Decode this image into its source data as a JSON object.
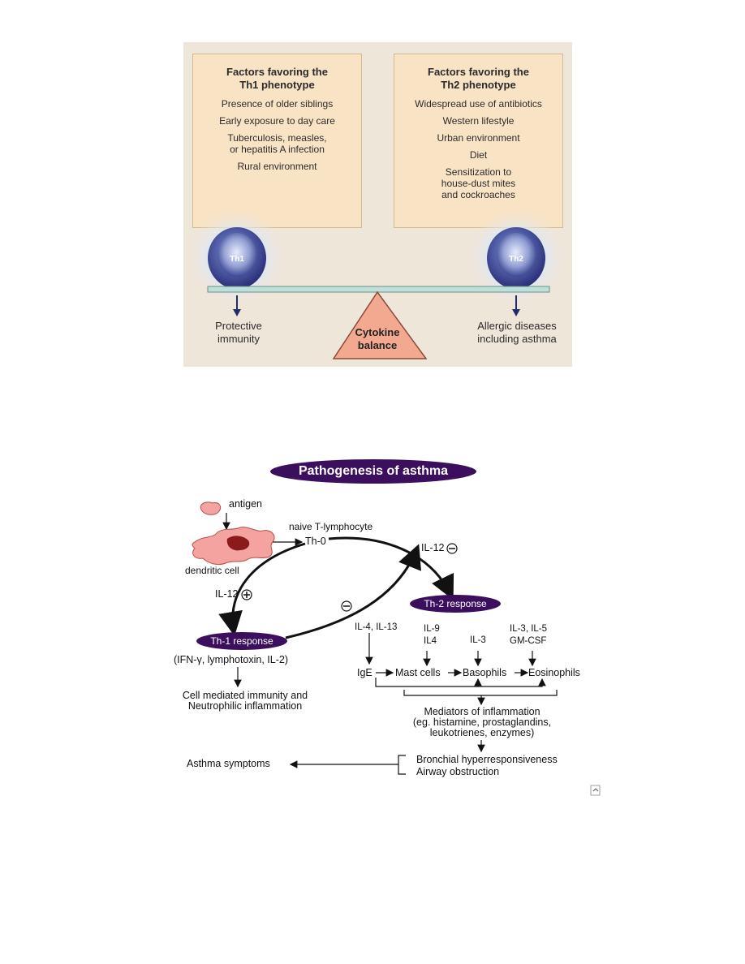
{
  "top_figure": {
    "th1_box": {
      "title": "Factors favoring the\nTh1 phenotype",
      "items": [
        "Presence of older siblings",
        "Early exposure to day care",
        "Tuberculosis, measles,\nor hepatitis A infection",
        "Rural environment"
      ]
    },
    "th2_box": {
      "title": "Factors favoring the\nTh2 phenotype",
      "items": [
        "Widespread use of antibiotics",
        "Western lifestyle",
        "Urban environment",
        "Diet",
        "Sensitization to\nhouse-dust mites\nand cockroaches"
      ]
    },
    "th1_cell_label": "Th1",
    "th2_cell_label": "Th2",
    "fulcrum_label": "Cytokine\nbalance",
    "left_outcome": "Protective\nimmunity",
    "right_outcome": "Allergic diseases\nincluding asthma",
    "colors": {
      "background": "#efe6da",
      "box": "#f8e3c4",
      "beam": "#bfe0d8",
      "fulcrum": "#f3a98f",
      "arrow": "#1f2d6b"
    }
  },
  "bottom_figure": {
    "title": "Pathogenesis of asthma",
    "antigen": "antigen",
    "naive": "naive T-lymphocyte",
    "th0": "Th-0",
    "dendritic": "dendritic cell",
    "il12_neg_top": "IL-12",
    "il12_pos": "IL-12",
    "th2_response": "Th-2 response",
    "th1_response": "Th-1 response",
    "th1_products": "(IFN-γ, lymphotoxin, IL-2)",
    "cell_mediated": "Cell mediated immunity and\nNeutrophilic inflammation",
    "il4_il13": "IL-4, IL-13",
    "il9_il4": "IL-9\nIL4",
    "il3": "IL-3",
    "il3_il5": "IL-3, IL-5\nGM-CSF",
    "ige": "IgE",
    "mast_cells": "Mast cells",
    "basophils": "Basophils",
    "eosinophils": "Eosinophils",
    "mediators": "Mediators of inflammation\n(eg. histamine, prostaglandins,\nleukotrienes, enzymes)",
    "bronchial": "Bronchial hyperresponsiveness",
    "airway": "Airway obstruction",
    "asthma_symptoms": "Asthma symptoms",
    "colors": {
      "pill": "#3b0f5e",
      "dendritic_fill": "#f4a3a0",
      "dendritic_core": "#8b1a1a"
    }
  }
}
